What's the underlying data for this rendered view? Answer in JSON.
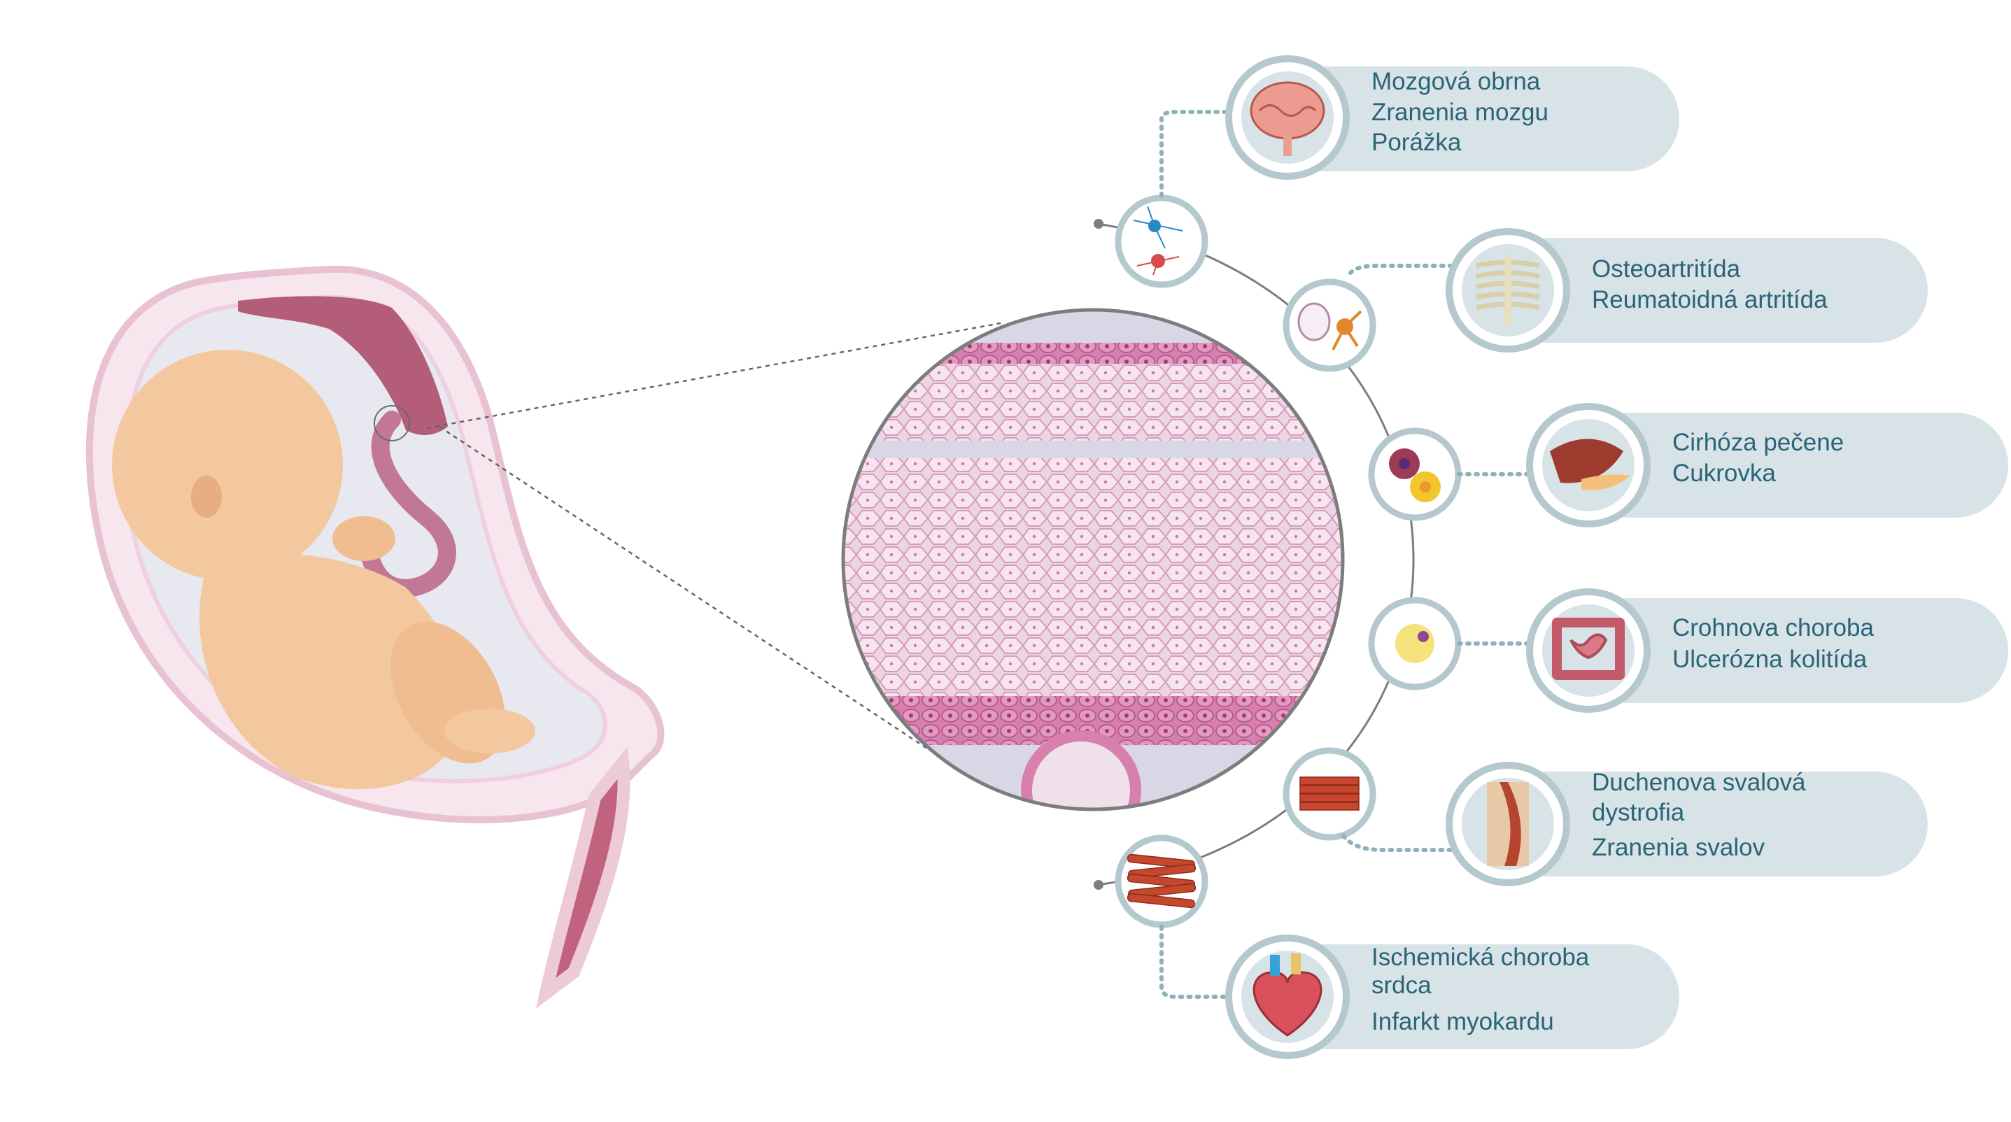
{
  "colors": {
    "pill": "#d7e3e6",
    "ring": "#b4c8cd",
    "text": "#2a6478",
    "line": "#8fb1ba",
    "arc": "#7d7d7d",
    "tissue_bg": "#d9d6e6",
    "cell": "#e7b9d2",
    "cell_edge": "#c98ab1",
    "skin": "#f3c89e",
    "womb": "#f7e6ee",
    "placenta": "#b45d78"
  },
  "conditions": [
    {
      "icon": "brain-icon",
      "cell_icon": "neuron-cells-icon",
      "lines": [
        "Mozgová obrna",
        "Zranenia mozgu",
        "Porážka"
      ]
    },
    {
      "icon": "ribcage-icon",
      "cell_icon": "bone-cells-icon",
      "lines": [
        "Osteoartritída",
        "Reumatoidná artritída"
      ]
    },
    {
      "icon": "liver-icon",
      "cell_icon": "liver-cells-icon",
      "lines": [
        "Cirhóza pečene",
        "Cukrovka"
      ]
    },
    {
      "icon": "intestine-icon",
      "cell_icon": "gut-cell-icon",
      "lines": [
        "Crohnova choroba",
        "Ulcerózna kolitída"
      ]
    },
    {
      "icon": "muscle-icon",
      "cell_icon": "muscle-fiber-icon",
      "lines": [
        "Duchenova svalová",
        "dystrofia",
        "Zranenia svalov"
      ]
    },
    {
      "icon": "heart-icon",
      "cell_icon": "cardiac-fiber-icon",
      "lines": [
        "Ischemická choroba",
        "srdca",
        "Infarkt myokardu"
      ]
    }
  ]
}
